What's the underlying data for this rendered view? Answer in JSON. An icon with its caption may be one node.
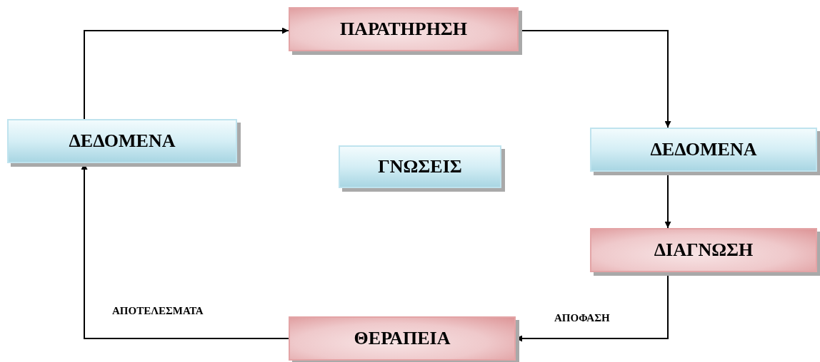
{
  "diagram": {
    "nodes": [
      {
        "text": [
          "ΠΑΡΑΤΗΡΗΣΗ"
        ]
      },
      {
        "text": [
          "ΔΕΔΟΜΕΝΑ"
        ]
      },
      {
        "text": [
          "ΓΝΩΣΕΙΣ"
        ]
      },
      {
        "text": [
          "ΔΕΔΟΜΕΝΑ"
        ]
      },
      {
        "text": [
          "ΔΙΑΓΝΩΣΗ"
        ]
      },
      {
        "text": [
          "ΘΕΡΑΠΕΙΑ"
        ]
      }
    ],
    "edges": [
      {
        "from": 1,
        "to": 0,
        "arrow": "to"
      },
      {
        "from": 0,
        "to": 3,
        "arrow": "to"
      },
      {
        "from": 3,
        "to": 4,
        "arrow": "to"
      },
      {
        "from": 4,
        "to": 5,
        "arrow": "to",
        "label": "ΑΠΟΦΑΣΗ"
      },
      {
        "from": 5,
        "to": 1,
        "arrow": "to",
        "label": "ΑΠΟΤΕΛΕΣΜΑΤΑ"
      }
    ]
  }
}
